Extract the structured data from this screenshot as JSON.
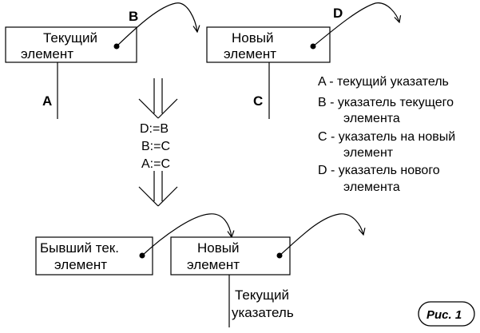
{
  "boxes": {
    "top_current": [
      "Текущий",
      "элемент"
    ],
    "top_new": [
      "Новый",
      "элемент"
    ],
    "bottom_former": [
      "Бывший тек.",
      "элемент"
    ],
    "bottom_new": [
      "Новый",
      "элемент"
    ]
  },
  "pointer_labels": {
    "a": "A",
    "b": "B",
    "c": "C",
    "d": "D"
  },
  "operations": [
    "D:=B",
    "B:=C",
    "A:=C"
  ],
  "legend": [
    [
      "A - текущий указатель"
    ],
    [
      "B - указатель текущего",
      "элемента"
    ],
    [
      "C - указатель на новый",
      "элемент"
    ],
    [
      "D - указатель нового",
      "элемента"
    ]
  ],
  "bottom_pointer_label": [
    "Текущий",
    "указатель"
  ],
  "figure_label": "Рис. 1"
}
